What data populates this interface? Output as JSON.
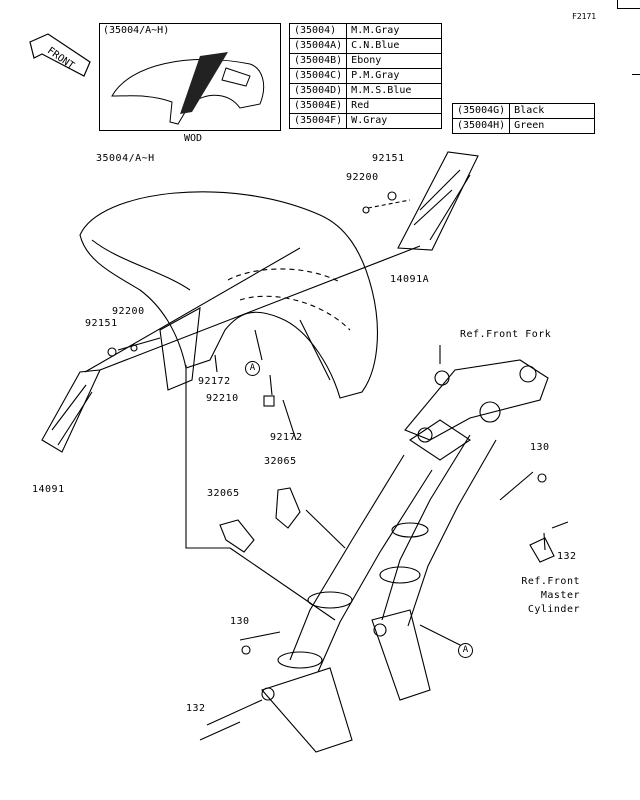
{
  "figure_code": "F2171",
  "front_label": "FRONT",
  "inset": {
    "title": "(35004/A~H)",
    "caption": "WOD"
  },
  "color_table_main": [
    {
      "code": "(35004)",
      "color": "M.M.Gray"
    },
    {
      "code": "(35004A)",
      "color": "C.N.Blue"
    },
    {
      "code": "(35004B)",
      "color": "Ebony"
    },
    {
      "code": "(35004C)",
      "color": "P.M.Gray"
    },
    {
      "code": "(35004D)",
      "color": "M.M.S.Blue"
    },
    {
      "code": "(35004E)",
      "color": "Red"
    },
    {
      "code": "(35004F)",
      "color": "W.Gray"
    }
  ],
  "color_table_side": [
    {
      "code": "(35004G)",
      "color": "Black"
    },
    {
      "code": "(35004H)",
      "color": "Green"
    }
  ],
  "callouts": {
    "fender": "35004/A~H",
    "bolt_top": "92151",
    "washer_top": "92200",
    "cover_right": "14091A",
    "washer_left": "92200",
    "bolt_left": "92151",
    "cover_left": "14091",
    "clip_a": "92172",
    "nut": "92210",
    "clip_b": "92172",
    "bracket_a": "32065",
    "bracket_b": "32065",
    "ref_fork": "Ref.Front Fork",
    "bolt_130_right": "130",
    "bolt_132_right": "132",
    "ref_master_1": "Ref.Front",
    "ref_master_2": "Master",
    "ref_master_3": "Cylinder",
    "bolt_130_left": "130",
    "bolt_132_left": "132",
    "marker_a": "A"
  }
}
